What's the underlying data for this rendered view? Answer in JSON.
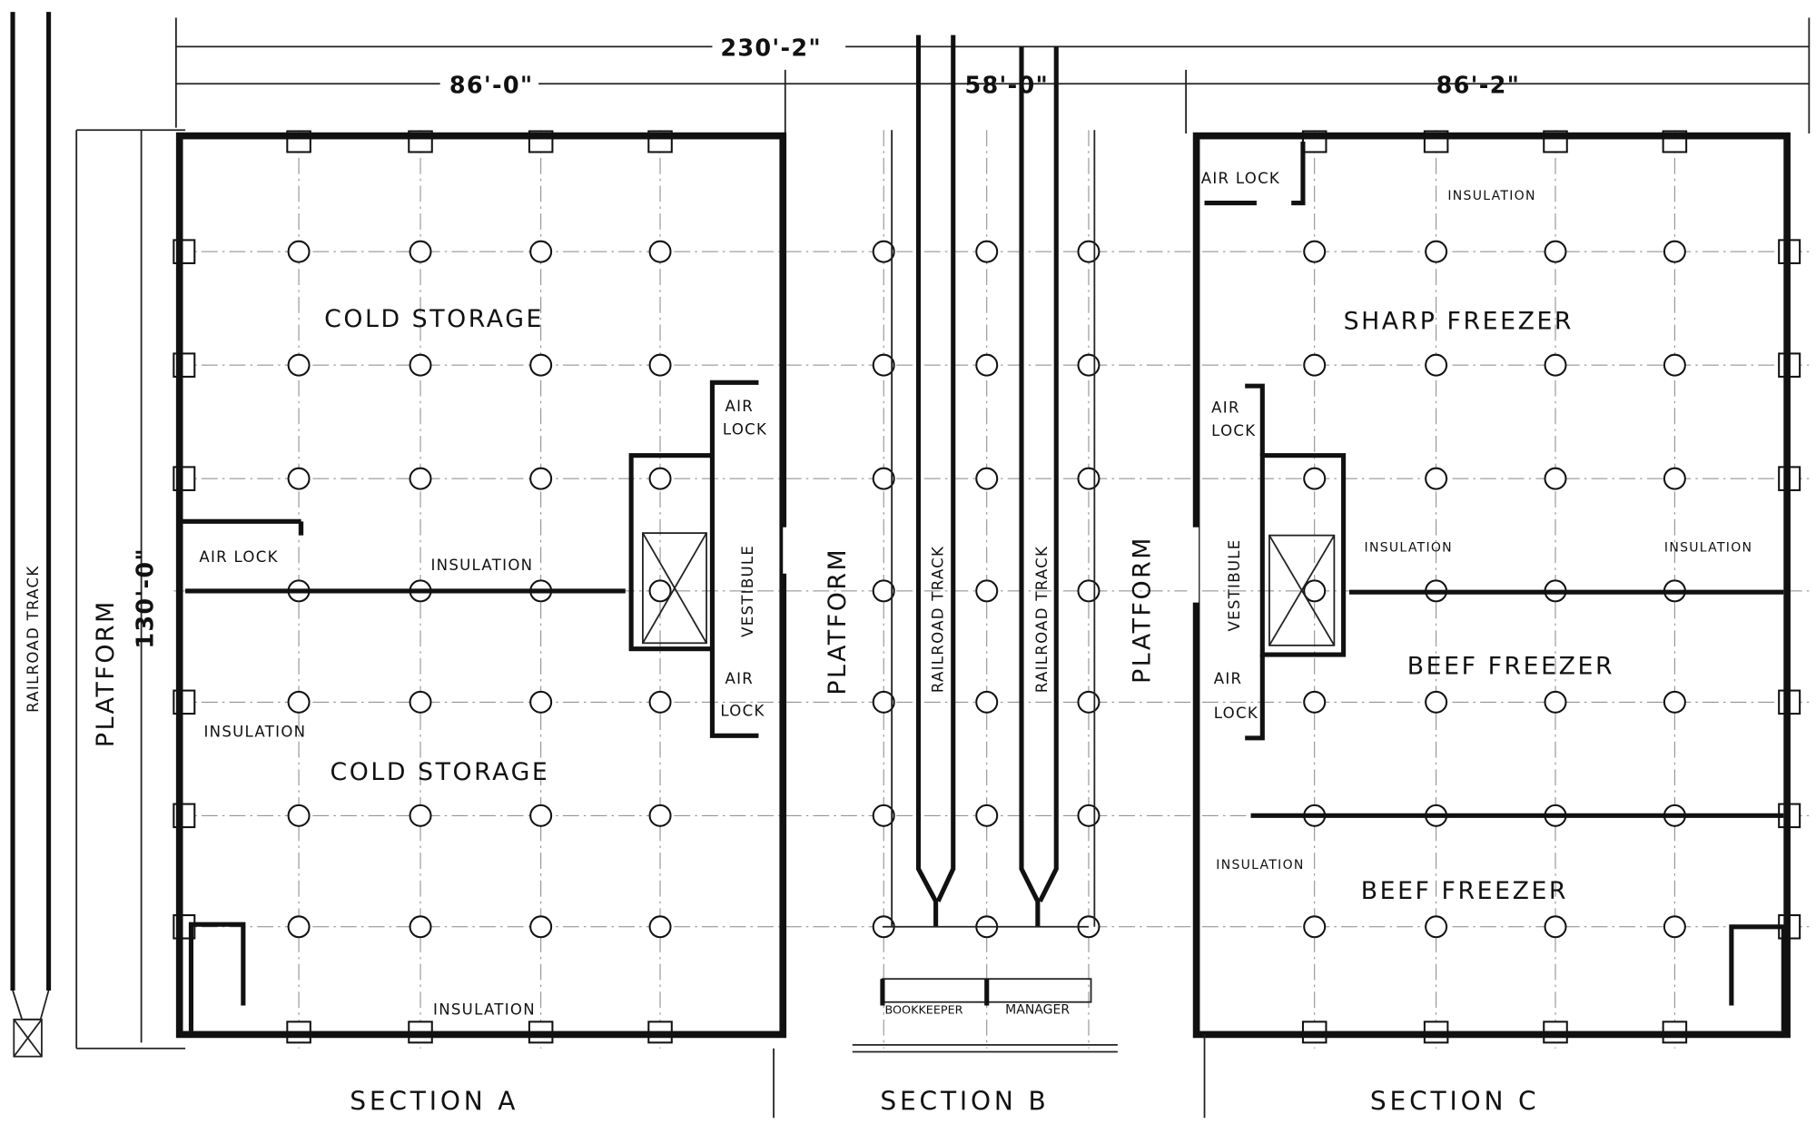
{
  "dimensions": {
    "overall_width": "230'-2\"",
    "section_a_width": "86'-0\"",
    "section_b_width": "58'-0\"",
    "section_c_width": "86'-2\"",
    "depth": "130'-0\""
  },
  "section_a": {
    "title": "SECTION A",
    "room_upper": "COLD STORAGE",
    "room_lower": "COLD STORAGE",
    "air_lock_left": "AIR LOCK",
    "air_lock_upper": [
      "AIR",
      "LOCK"
    ],
    "air_lock_lower": [
      "AIR",
      "LOCK"
    ],
    "vestibule": "VESTIBULE",
    "insulation_mid": "INSULATION",
    "insulation_left": "INSULATION",
    "insulation_bottom": "INSULATION",
    "platform": "PLATFORM",
    "railroad_track": "RAILROAD TRACK"
  },
  "section_b": {
    "title": "SECTION B",
    "platform_left": "PLATFORM",
    "platform_right": "PLATFORM",
    "track_1": "RAILROAD TRACK",
    "track_2": "RAILROAD TRACK",
    "office_1": "BOOKKEEPER",
    "office_2": "MANAGER"
  },
  "section_c": {
    "title": "SECTION C",
    "room_top": "SHARP FREEZER",
    "room_middle": "BEEF FREEZER",
    "room_bottom": "BEEF FREEZER",
    "air_lock_top": "AIR LOCK",
    "air_lock_upper": [
      "AIR",
      "LOCK"
    ],
    "air_lock_lower": [
      "AIR",
      "LOCK"
    ],
    "vestibule": "VESTIBULE",
    "insulation_top": "INSULATION",
    "insulation_mid_left": "INSULATION",
    "insulation_mid_right": "INSULATION",
    "insulation_lower": "INSULATION"
  }
}
